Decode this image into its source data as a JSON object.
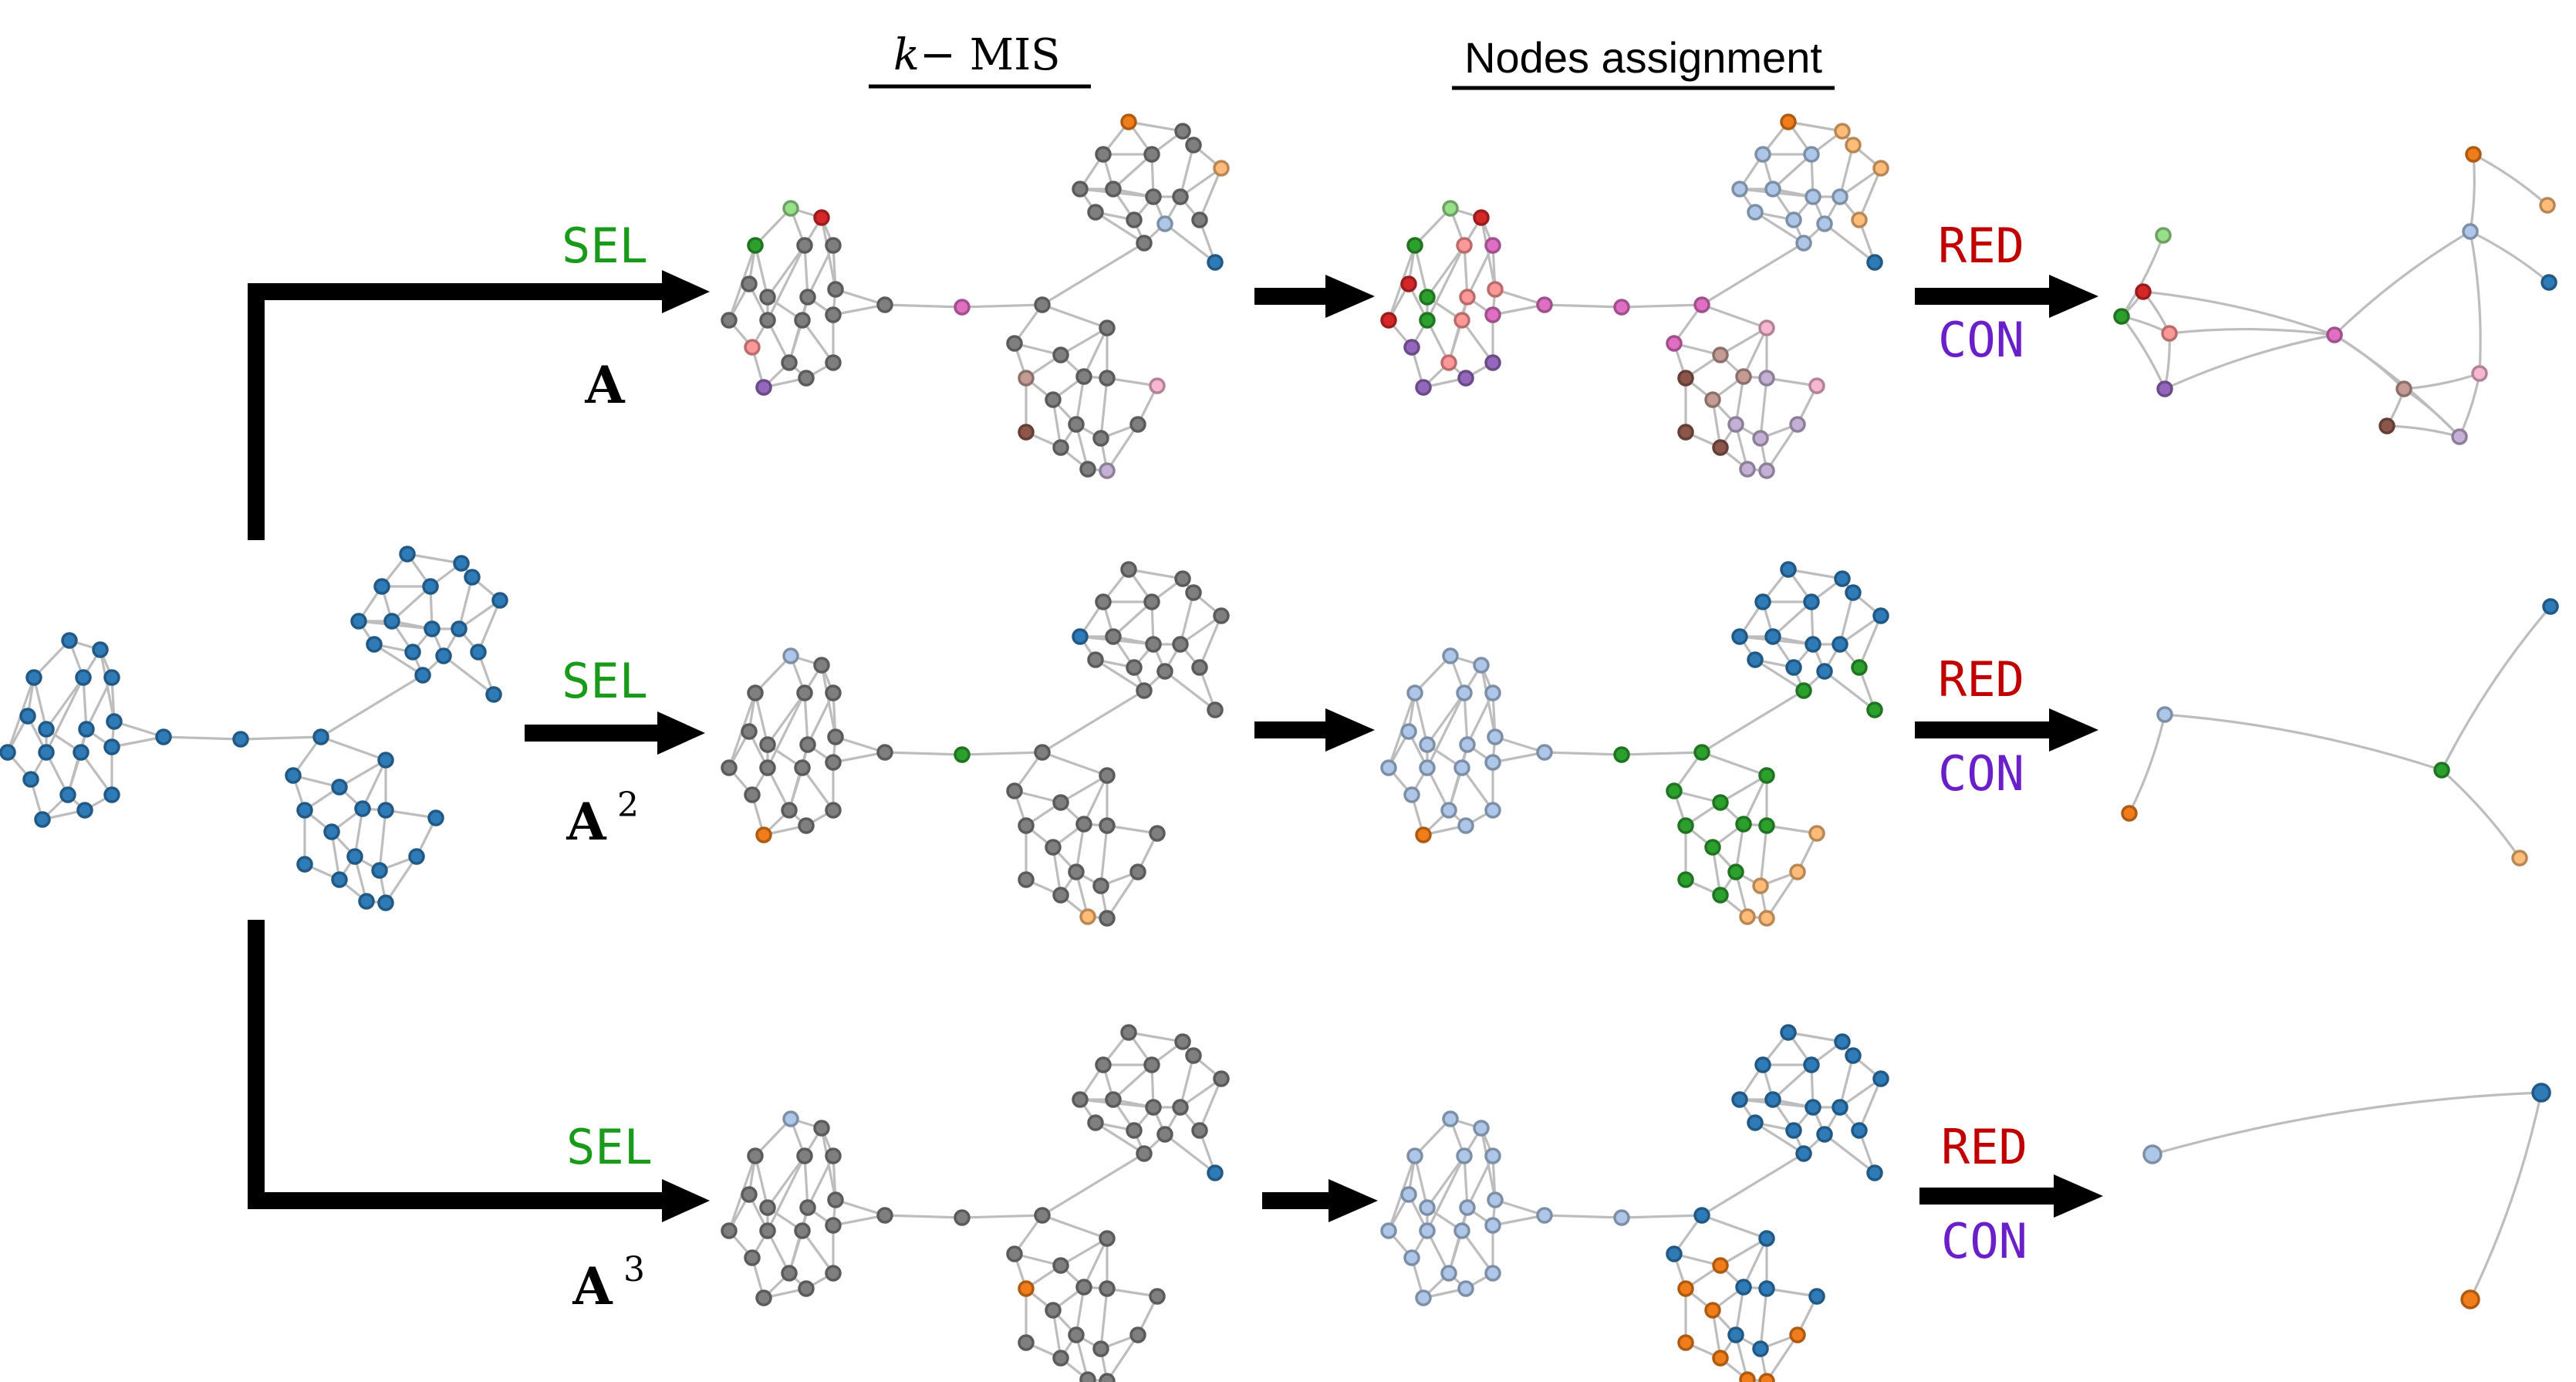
{
  "headers": {
    "kmis_k": "k",
    "kmis_rest": " − MIS",
    "assignment": "Nodes assignment"
  },
  "rows": [
    {
      "sel": "SEL",
      "matrix": "A",
      "power": "",
      "red": "RED",
      "con": "CON"
    },
    {
      "sel": "SEL",
      "matrix": "A",
      "power": "2",
      "red": "RED",
      "con": "CON"
    },
    {
      "sel": "SEL",
      "matrix": "A",
      "power": "3",
      "red": "RED",
      "con": "CON"
    }
  ],
  "colors": {
    "blue": "#2e7bb8",
    "gray": "#7f7f7f",
    "pink": "#e06fc4",
    "green": "#2ca02c",
    "orange": "#f07d1a",
    "lightblue": "#aec7e8",
    "lightorange": "#ffbb78",
    "red": "#d62728",
    "lightred": "#ff9896",
    "lightgreen": "#98df8a",
    "purple": "#9467bd",
    "lightpurple": "#c5b0d5",
    "brown": "#8c564b",
    "lightbrown": "#c49c94",
    "lightpink": "#f7b6d2",
    "edge": "#bdbdbd"
  }
}
